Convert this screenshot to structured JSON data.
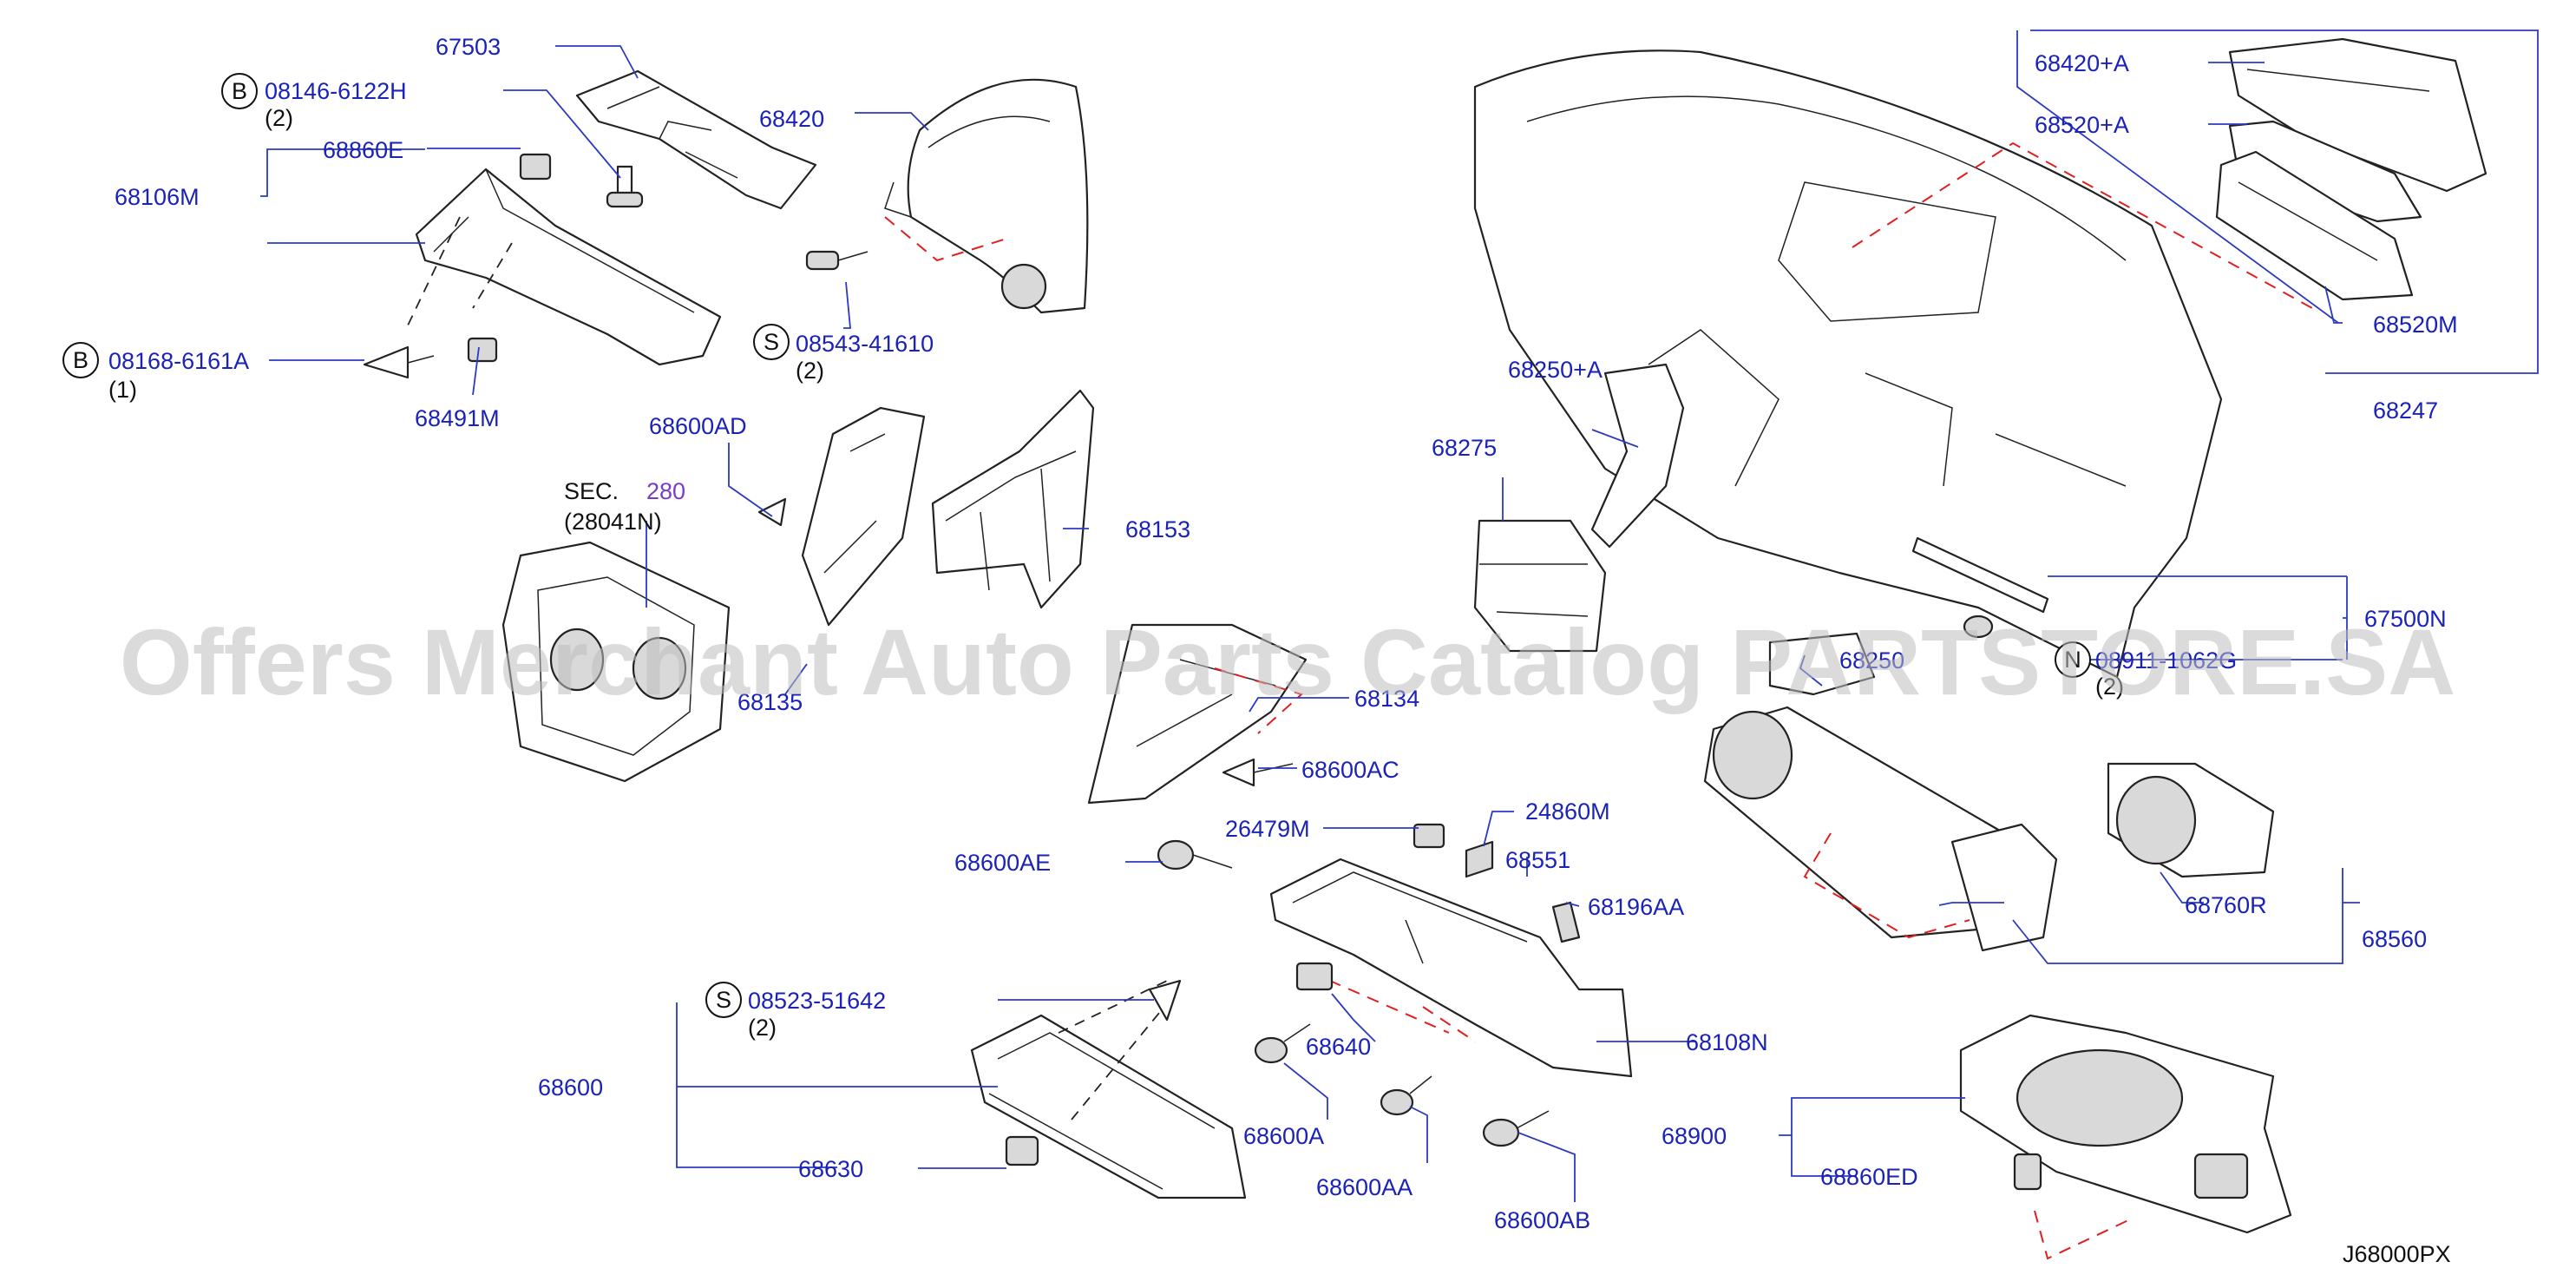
{
  "diagram": {
    "code": "J68000PX",
    "watermark": "Offers Merchant Auto Parts Catalog PARTSTORE.SA",
    "sec_ref": {
      "prefix": "SEC.",
      "number": "280",
      "sub": "(28041N)"
    },
    "labels": {
      "p67503": "67503",
      "p08146": "08146-6122H",
      "p08146_qty": "(2)",
      "p68860E": "68860E",
      "p68106M": "68106M",
      "p68420": "68420",
      "p08543": "08543-41610",
      "p08543_qty": "(2)",
      "p08168": "08168-6161A",
      "p08168_qty": "(1)",
      "p68491M": "68491M",
      "p68600AD": "68600AD",
      "p68153": "68153",
      "p68135": "68135",
      "p68134": "68134",
      "p68600AC": "68600AC",
      "p26479M": "26479M",
      "p24860M": "24860M",
      "p68551": "68551",
      "p68600AE": "68600AE",
      "p68196AA": "68196AA",
      "p08523": "08523-51642",
      "p08523_qty": "(2)",
      "p68640": "68640",
      "p68108N": "68108N",
      "p68600": "68600",
      "p68600A": "68600A",
      "p68600AA": "68600AA",
      "p68630": "68630",
      "p68600AB": "68600AB",
      "p68420A": "68420+A",
      "p68520A": "68520+A",
      "p68520M": "68520M",
      "p68247": "68247",
      "p68250A": "68250+A",
      "p68275": "68275",
      "p67500N": "67500N",
      "p08911": "08911-1062G",
      "p08911_qty": "(2)",
      "p68250": "68250",
      "p68760R": "68760R",
      "p68560": "68560",
      "p68900": "68900",
      "p68860ED": "68860ED"
    },
    "badges": {
      "b1": "B",
      "b2": "B",
      "s1": "S",
      "s2": "S",
      "n1": "N"
    }
  }
}
